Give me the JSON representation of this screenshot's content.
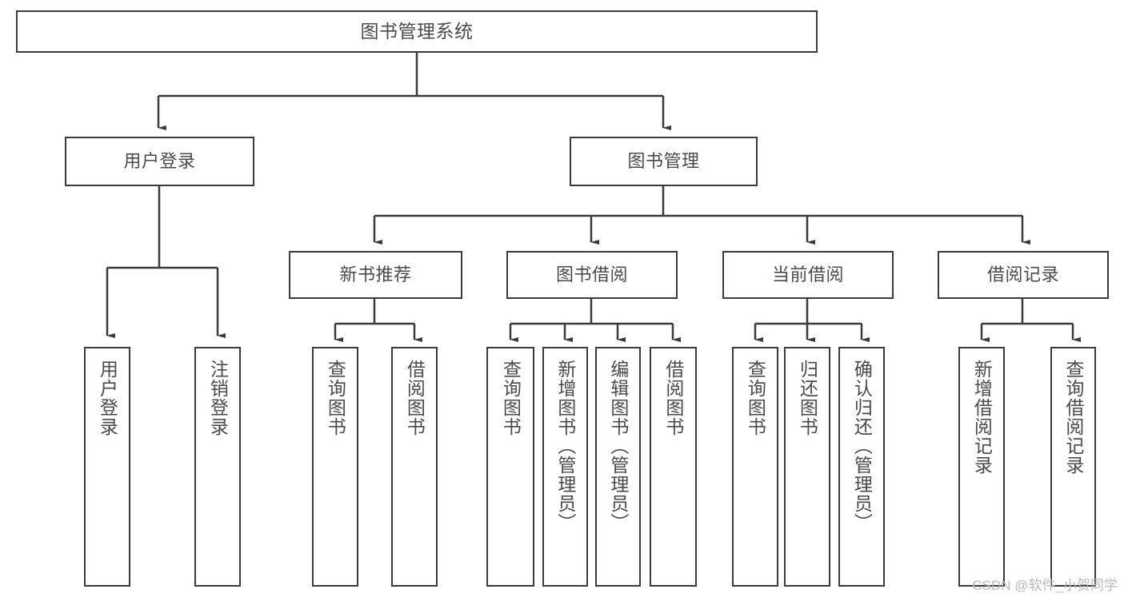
{
  "diagram": {
    "type": "tree",
    "title_node": {
      "label": "图书管理系统"
    },
    "level2": [
      {
        "label": "用户登录"
      },
      {
        "label": "图书管理"
      }
    ],
    "level3": [
      {
        "label": "新书推荐"
      },
      {
        "label": "图书借阅"
      },
      {
        "label": "当前借阅"
      },
      {
        "label": "借阅记录"
      }
    ],
    "leaves": {
      "user_login": [
        {
          "label": "用户登录"
        },
        {
          "label": "注销登录"
        }
      ],
      "new_book_recommend": [
        {
          "label": "查询图书"
        },
        {
          "label": "借阅图书"
        }
      ],
      "book_borrow": [
        {
          "label": "查询图书"
        },
        {
          "label": "新增图书（管理员）"
        },
        {
          "label": "编辑图书（管理员）"
        },
        {
          "label": "借阅图书"
        }
      ],
      "current_borrow": [
        {
          "label": "查询图书"
        },
        {
          "label": "归还图书"
        },
        {
          "label": "确认归还（管理员）"
        }
      ],
      "borrow_record": [
        {
          "label": "新增借阅记录"
        },
        {
          "label": "查询借阅记录"
        }
      ]
    }
  },
  "watermark": {
    "text": "CSDN @软件_小贺同学"
  },
  "colors": {
    "stroke": "#3a3a3a",
    "text": "#4a4a4a",
    "background": "#ffffff",
    "watermark": "#b9b9b9"
  }
}
